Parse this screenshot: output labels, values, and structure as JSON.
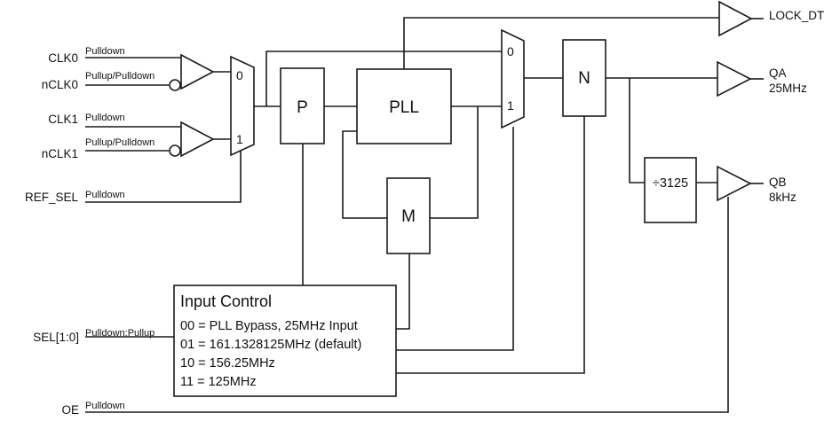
{
  "inputs": {
    "clk0": {
      "label": "CLK0",
      "attr": "Pulldown"
    },
    "nclk0": {
      "label": "nCLK0",
      "attr": "Pullup/Pulldown"
    },
    "clk1": {
      "label": "CLK1",
      "attr": "Pulldown"
    },
    "nclk1": {
      "label": "nCLK1",
      "attr": "Pullup/Pulldown"
    },
    "ref_sel": {
      "label": "REF_SEL",
      "attr": "Pulldown"
    },
    "sel": {
      "label": "SEL[1:0]",
      "attr": "Pulldown:Pullup"
    },
    "oe": {
      "label": "OE",
      "attr": "Pulldown"
    }
  },
  "mux1": {
    "in0": "0",
    "in1": "1"
  },
  "mux2": {
    "in0": "0",
    "in1": "1"
  },
  "blocks": {
    "p": "P",
    "pll": "PLL",
    "m": "M",
    "n": "N",
    "divider": "÷3125"
  },
  "input_control": {
    "title": "Input Control",
    "lines": [
      "00 = PLL Bypass, 25MHz Input",
      "01 = 161.1328125MHz (default)",
      "10 = 156.25MHz",
      "11 = 125MHz"
    ]
  },
  "outputs": {
    "lock_dt": {
      "label": "LOCK_DT"
    },
    "qa": {
      "label": "QA",
      "freq": "25MHz"
    },
    "qb": {
      "label": "QB",
      "freq": "8kHz"
    }
  }
}
